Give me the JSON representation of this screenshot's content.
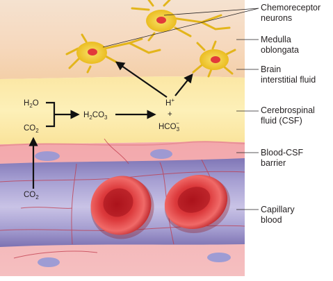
{
  "labels": {
    "chemoreceptor": [
      "Chemoreceptor",
      "neurons"
    ],
    "medulla": [
      "Medulla",
      "oblongata"
    ],
    "brain_fluid": [
      "Brain",
      "interstitial fluid"
    ],
    "csf": [
      "Cerebrospinal",
      "fluid (CSF)"
    ],
    "barrier": [
      "Blood-CSF",
      "barrier"
    ],
    "capillary": [
      "Capillary",
      "blood"
    ]
  },
  "chem": {
    "h2o": {
      "a": "H",
      "sub": "2",
      "b": "O"
    },
    "co2_top": {
      "a": "CO",
      "sub": "2"
    },
    "h2co3": {
      "a": "H",
      "s1": "2",
      "b": "CO",
      "s2": "3"
    },
    "hplus": {
      "a": "H",
      "sup": "+"
    },
    "plus": "+",
    "hco3": {
      "a": "HCO",
      "sub": "3",
      "sup": "−"
    },
    "co2_bottom": {
      "a": "CO",
      "sub": "2"
    }
  },
  "colors": {
    "medulla_top": "#f3d9c2",
    "medulla_mid": "#f6dcc0",
    "csf": "#fbe9a0",
    "blood_pink": "#f3b1b4",
    "capillary": "#8f86c0",
    "rbc": "#d42a2f",
    "neuron": "#f2cb2a",
    "nucleus": "#e23a3a"
  }
}
